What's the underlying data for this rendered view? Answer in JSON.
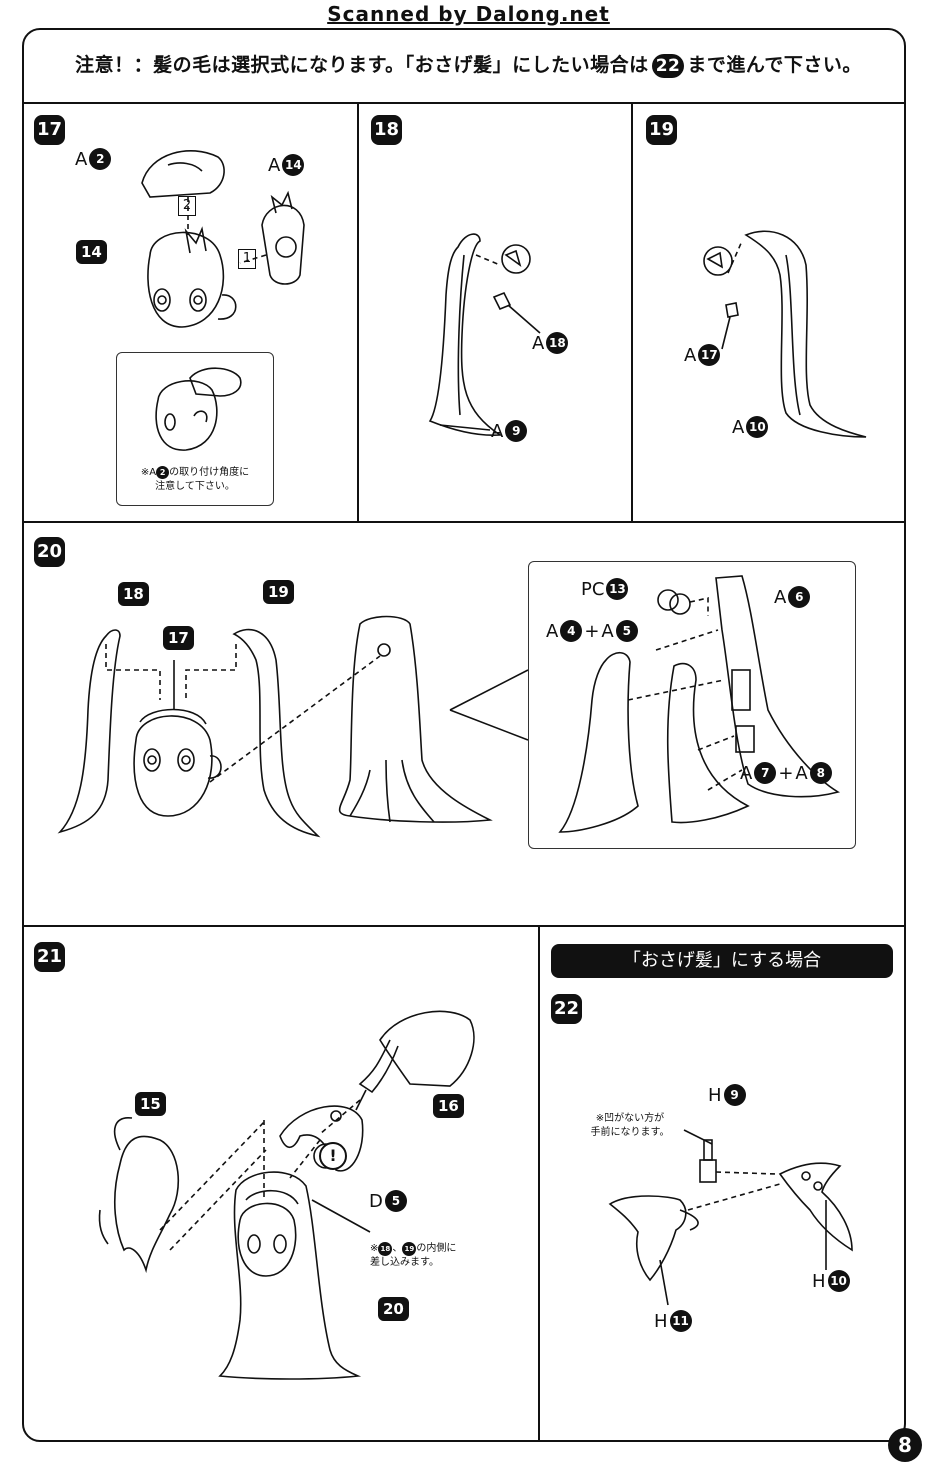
{
  "header": {
    "scan_credit": "Scanned by Dalong.net"
  },
  "notice": {
    "text_before": "注意！：髪の毛は選択式になります。「おさげ髪」にしたい場合は",
    "step_ref": "22",
    "text_after": "まで進んで下さい。"
  },
  "steps": {
    "s17": {
      "number": "17",
      "parts": {
        "a2": {
          "letter": "A",
          "num": "2"
        },
        "a14": {
          "letter": "A",
          "num": "14"
        },
        "head": "14"
      },
      "order": {
        "first": "1",
        "second": "2"
      },
      "note_line1": "※A",
      "note_num": "2",
      "note_line1b": "の取り付け角度に",
      "note_line2": "注意して下さい。"
    },
    "s18": {
      "number": "18",
      "parts": {
        "a18": {
          "letter": "A",
          "num": "18"
        },
        "a9": {
          "letter": "A",
          "num": "9"
        }
      }
    },
    "s19": {
      "number": "19",
      "parts": {
        "a17": {
          "letter": "A",
          "num": "17"
        },
        "a10": {
          "letter": "A",
          "num": "10"
        }
      }
    },
    "s20": {
      "number": "20",
      "refs": {
        "r18": "18",
        "r19": "19",
        "r17": "17"
      },
      "parts": {
        "pc13": {
          "letter": "PC",
          "num": "13"
        },
        "a6": {
          "letter": "A",
          "num": "6"
        },
        "a4": {
          "letter": "A",
          "num": "4"
        },
        "a5": {
          "letter": "A",
          "num": "5"
        },
        "a7": {
          "letter": "A",
          "num": "7"
        },
        "a8": {
          "letter": "A",
          "num": "8"
        },
        "plus": "+"
      }
    },
    "s21": {
      "number": "21",
      "refs": {
        "r15": "15",
        "r16": "16",
        "r20": "20"
      },
      "parts": {
        "d5": {
          "letter": "D",
          "num": "5"
        }
      },
      "note_pre": "※",
      "note_n1": "18",
      "note_sep": "、",
      "note_n2": "19",
      "note_post": "の内側に",
      "note_line2": "差し込みます。",
      "caution": "!"
    },
    "s22": {
      "number": "22",
      "banner": "「おさげ髪」にする場合",
      "parts": {
        "h9": {
          "letter": "H",
          "num": "9"
        },
        "h10": {
          "letter": "H",
          "num": "10"
        },
        "h11": {
          "letter": "H",
          "num": "11"
        }
      },
      "note_line1": "※凹がない方が",
      "note_line2": "手前になります。"
    }
  },
  "page": {
    "number": "8"
  }
}
